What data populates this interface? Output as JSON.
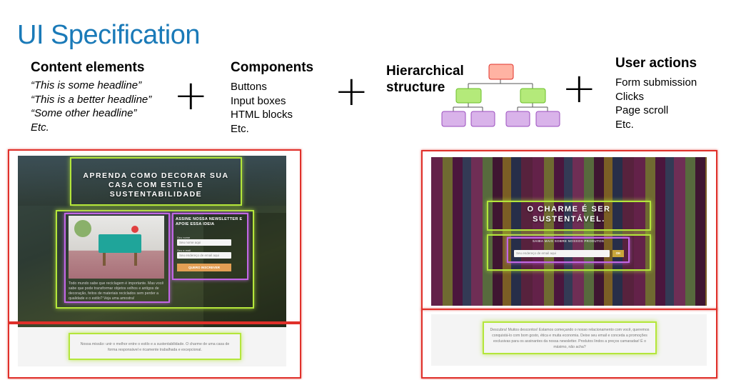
{
  "title": "UI Specification",
  "content_elements": {
    "heading": "Content elements",
    "items": [
      "“This is some headline”",
      "“This is a better headline”",
      "“Some other headline”",
      "Etc."
    ]
  },
  "components": {
    "heading": "Components",
    "items": [
      "Buttons",
      "Input boxes",
      "HTML blocks",
      "Etc."
    ]
  },
  "hierarchy": {
    "heading_line1": "Hierarchical",
    "heading_line2": "structure"
  },
  "user_actions": {
    "heading": "User actions",
    "items": [
      "Form submission",
      "Clicks",
      "Page scroll",
      "Etc."
    ]
  },
  "plus_sign": "+",
  "colors": {
    "title": "#1a7ab8",
    "red_box": "#e0302a",
    "green_box": "#b4e63b",
    "purple_box": "#c266e6",
    "tree_root": "#ffb3a3",
    "tree_mid": "#b4ea7a",
    "tree_leaf": "#d9b3ea"
  },
  "left_page": {
    "headline": "APRENDA COMO DECORAR SUA CASA COM ESTILO E SUSTENTABILIDADE",
    "newsletter_title": "ASSINE NOSSA NEWSLETTER E APOIE ESSA IDEIA",
    "name_label": "Seu nome",
    "name_placeholder": "Seu nome aqui",
    "email_label": "Seu e-mail",
    "email_placeholder": "Seu endereço de email aqui",
    "submit_label": "QUERO INSCREVER",
    "photo_caption": "Todo mundo sabe que reciclagem é importante. Mas você sabe que pode transformar objetos velhos e antigos de decoração, feitos de materiais reciclados sem perder a qualidade e o estilo? Veja uma amostra!",
    "footer_text": "Nossa missão: unir o melhor entre o estilo e a sustentabilidade. O charme de uma casa de forma responsável e ricamente trabalhada e excepcional."
  },
  "right_page": {
    "headline": "O CHARME É SER SUSTENTÁVEL.",
    "form_title": "SAIBA MAIS SOBRE NOSSOS PRODUTOS",
    "email_placeholder": "Seu endereço de email aqui",
    "submit_label": "OK",
    "footer_text": "Descubra! Muitos descontos! Estamos começando o nosso relacionamento com você, queremos conquistá-lo com bom gosto, ética e muita economia. Deixe seu email e conceda a promoções exclusivas para os assinantes da nossa newsletter. Produtos lindos a preços camaradas! É o máximo, não acha?"
  }
}
